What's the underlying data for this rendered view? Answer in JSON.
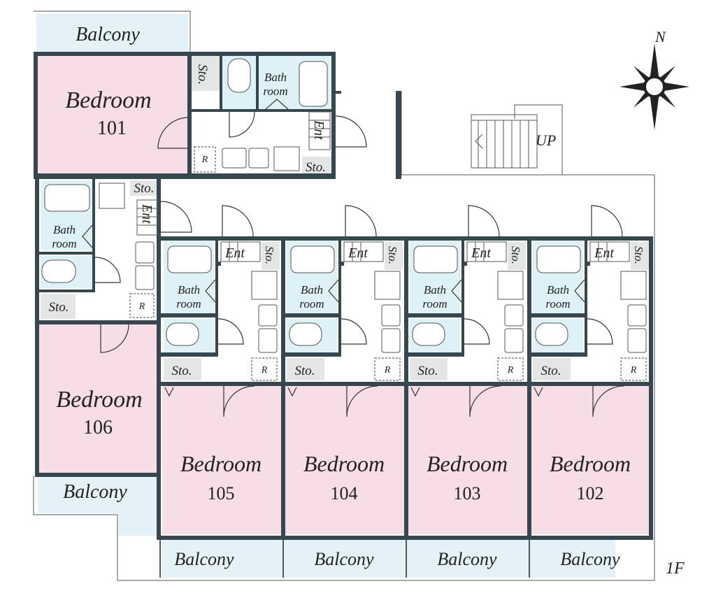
{
  "floor_label": "1F",
  "compass": {
    "north": "N"
  },
  "stairs": {
    "label": "UP"
  },
  "colors": {
    "bedroom": "#f6dde6",
    "wet": "#ddf1f7",
    "balcony": "#e4f2f8",
    "storage": "#e3e6e4",
    "wall": "#37474f"
  },
  "units": [
    {
      "number": "101",
      "bedroom": "Bedroom",
      "balcony": "Balcony",
      "bath": [
        "Bath",
        "room"
      ],
      "entry": "Ent",
      "storage": "Sto.",
      "fridge": "R"
    },
    {
      "number": "106",
      "bedroom": "Bedroom",
      "balcony": "Balcony",
      "bath": [
        "Bath",
        "room"
      ],
      "entry": "Ent",
      "storage": "Sto.",
      "fridge": "R"
    },
    {
      "number": "105",
      "bedroom": "Bedroom",
      "balcony": "Balcony",
      "bath": [
        "Bath",
        "room"
      ],
      "entry": "Ent",
      "storage": "Sto.",
      "fridge": "R"
    },
    {
      "number": "104",
      "bedroom": "Bedroom",
      "balcony": "Balcony",
      "bath": [
        "Bath",
        "room"
      ],
      "entry": "Ent",
      "storage": "Sto.",
      "fridge": "R"
    },
    {
      "number": "103",
      "bedroom": "Bedroom",
      "balcony": "Balcony",
      "bath": [
        "Bath",
        "room"
      ],
      "entry": "Ent",
      "storage": "Sto.",
      "fridge": "R"
    },
    {
      "number": "102",
      "bedroom": "Bedroom",
      "balcony": "Balcony",
      "bath": [
        "Bath",
        "room"
      ],
      "entry": "Ent",
      "storage": "Sto.",
      "fridge": "R"
    }
  ],
  "unit_101_extra_storage": "Sto."
}
